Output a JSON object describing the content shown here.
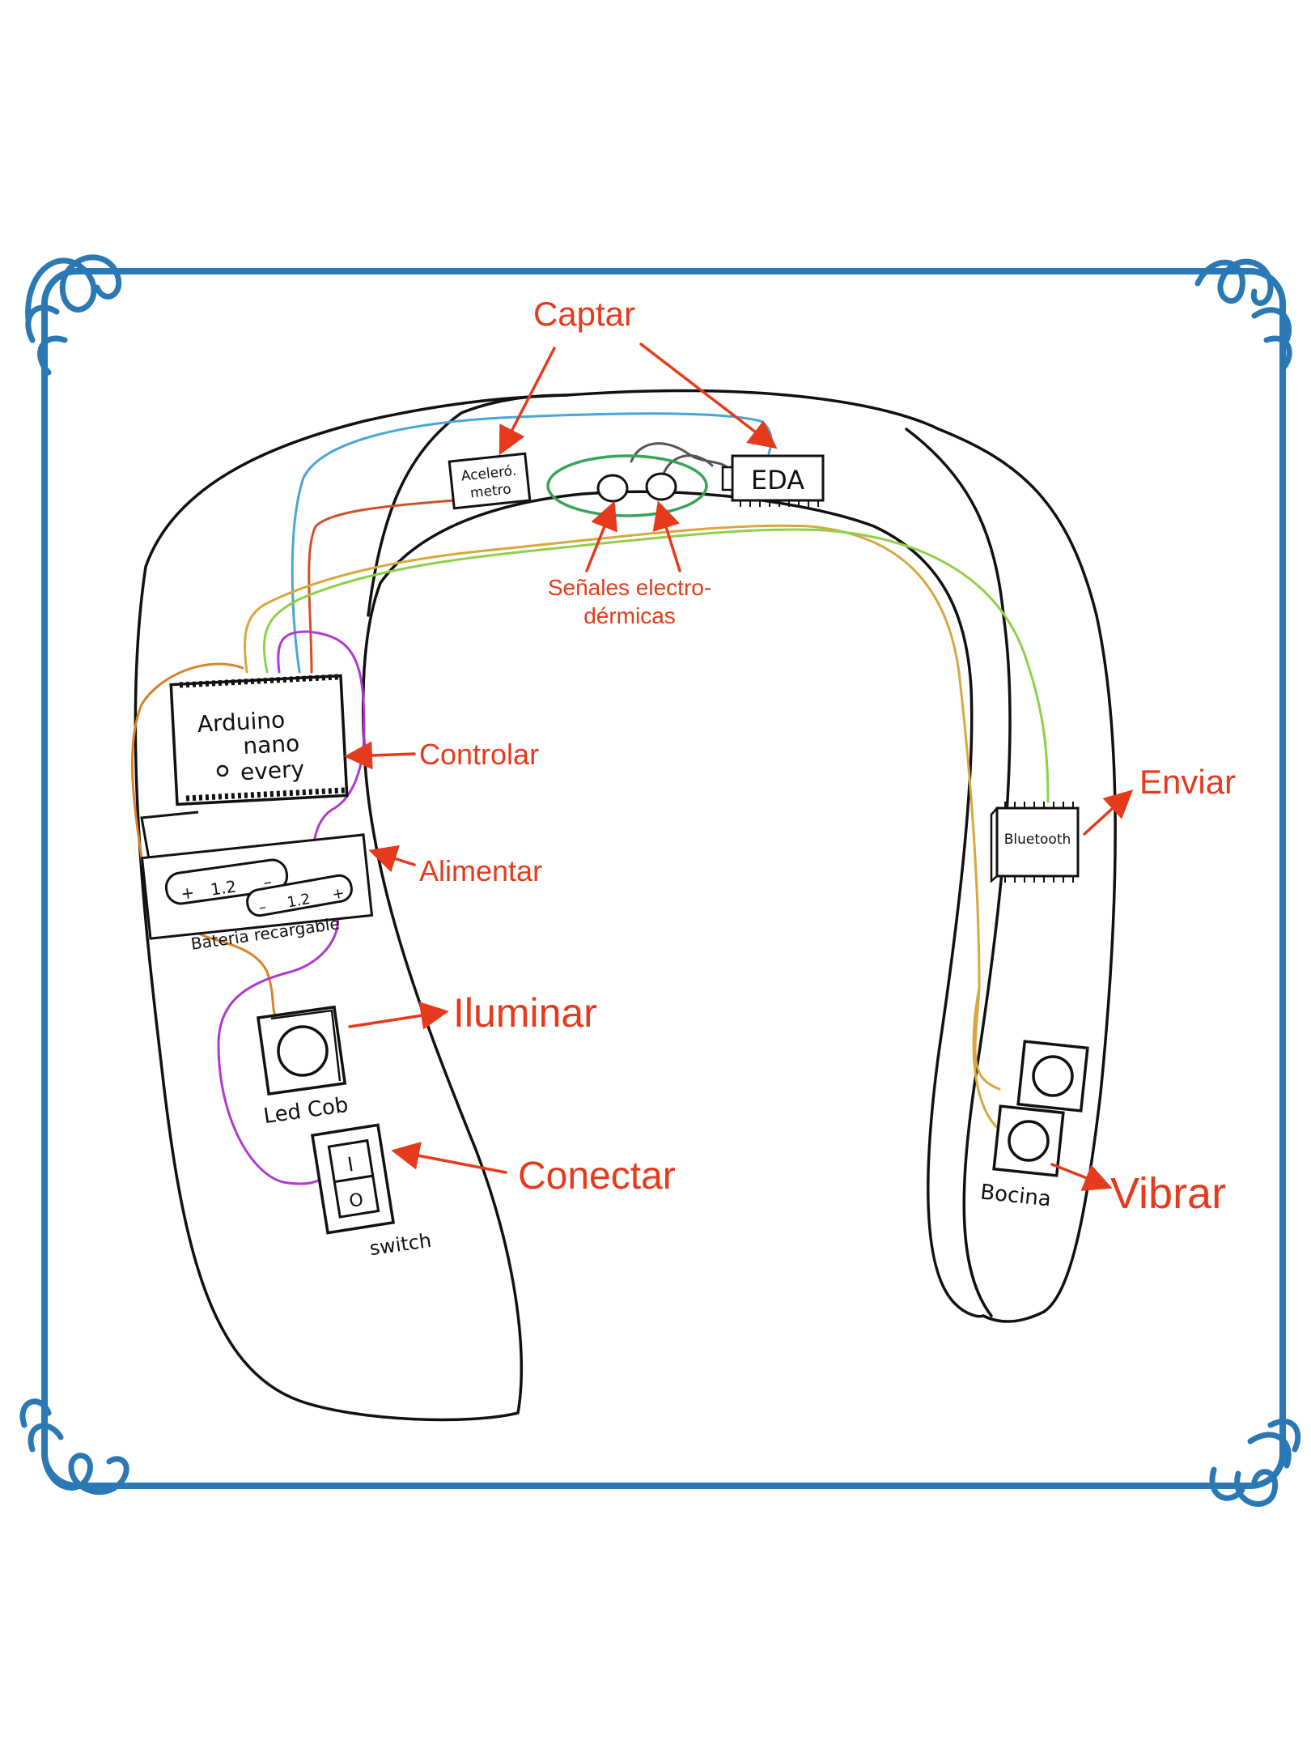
{
  "colors": {
    "frame": "#2a78b4",
    "outline": "#111111",
    "annotation": "#e63a1c",
    "wire_blue": "#4aa6d6",
    "wire_orange": "#d9822b",
    "wire_gold": "#d8a840",
    "wire_green": "#8fd04a",
    "wire_purple": "#b13ad0",
    "wire_red": "#d0502c",
    "sensor_ring": "#3aa35a",
    "wire_gray": "#555555"
  },
  "components": {
    "accelerometer": [
      "Aceleró.",
      "metro"
    ],
    "eda": "EDA",
    "arduino": [
      "Arduino",
      "nano",
      "every"
    ],
    "battery_cell_1": [
      "+",
      "1.2",
      "–"
    ],
    "battery_cell_2": [
      "–",
      "1.2",
      "+"
    ],
    "battery_label": "Bateria recargable",
    "led": "Led Cob",
    "switch_label": "switch",
    "switch_symbols": [
      "I",
      "O"
    ],
    "bluetooth": "Bluetooth",
    "speaker": "Bocina"
  },
  "annotations": {
    "captar": "Captar",
    "senales": [
      "Señales electro-",
      "dérmicas"
    ],
    "controlar": "Controlar",
    "alimentar": "Alimentar",
    "iluminar": "Iluminar",
    "conectar": "Conectar",
    "enviar": "Enviar",
    "vibrar": "Vibrar"
  }
}
